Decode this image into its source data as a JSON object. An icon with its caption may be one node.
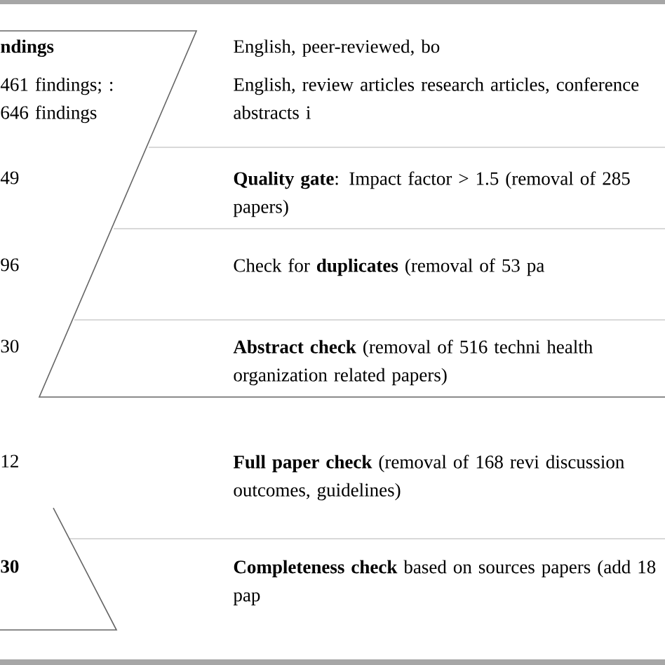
{
  "diagram": {
    "labels": [
      "ndings",
      "461 findings; : 646 findings",
      "English, peer-reviewed, bo",
      "English, review articles research articles, conference abstracts i",
      "49",
      "**Quality gate**: Impact factor > 1.5 (removal of 285 papers)",
      "96",
      "Check for **duplicates** (removal of 53 pa",
      "30",
      "**Abstract check** (removal of 516 techni health organization related papers)",
      "12",
      "**Full paper check** (removal of 168 revi discussion outcomes, guidelines)",
      "30",
      "**Completeness check** based on sources papers (add 18 pap"
    ]
  }
}
